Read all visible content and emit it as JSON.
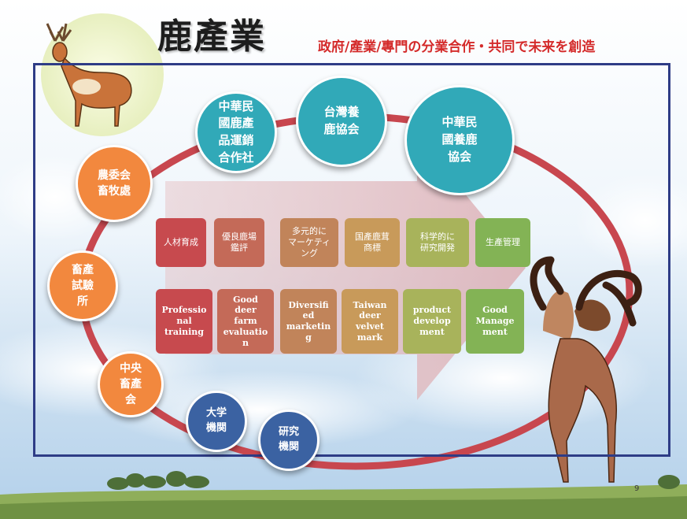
{
  "title": "鹿產業",
  "subtitle": "政府/產業/專門の分業合作・共同で未来を創造",
  "page_number": "9",
  "colors": {
    "orange": "#f2883e",
    "teal": "#31a9b8",
    "blue": "#3b62a2",
    "frame": "#2e3c86",
    "ring": "#c8474f",
    "subtitle": "#d42a2a"
  },
  "organizations": [
    {
      "name": "農委会\n畜牧處"
    },
    {
      "name": "畜產\n試驗\n所"
    },
    {
      "name": "中央\n畜產\n会"
    },
    {
      "name": "大学\n機関"
    },
    {
      "name": "研究\n機関"
    },
    {
      "name": "中華民\n國鹿產\n品運銷\n合作社"
    },
    {
      "name": "台灣養\n鹿協会"
    },
    {
      "name": "中華民\n國養鹿\n協会"
    }
  ],
  "activities_jp": [
    {
      "label": "人材育成"
    },
    {
      "label": "優良鹿場\n鑑評"
    },
    {
      "label": "多元的に\nマーケティ\nング"
    },
    {
      "label": "国產鹿茸\n商標"
    },
    {
      "label": "科学的に\n研究開発"
    },
    {
      "label": "生產管理"
    }
  ],
  "activities_en": [
    {
      "label": "Professio\nnal\ntraining"
    },
    {
      "label": "Good\ndeer\nfarm\nevaluatio\nn"
    },
    {
      "label": "Diversifi\ned\nmarketin\ng"
    },
    {
      "label": "Taiwan\ndeer\nvelvet\nmark"
    },
    {
      "label": "product\ndevelop\nment"
    },
    {
      "label": "Good\nManage\nment"
    }
  ]
}
